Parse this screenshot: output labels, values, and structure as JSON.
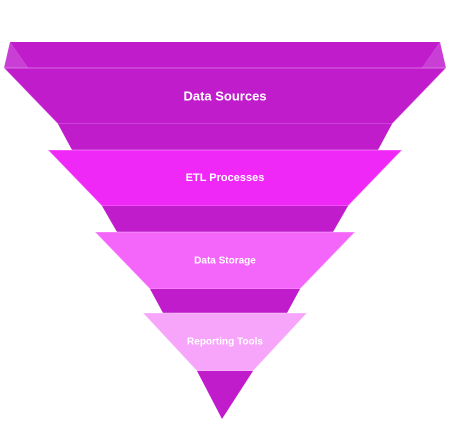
{
  "funnel": {
    "levels": [
      {
        "label": "Data Sources",
        "color": "#c01ccc",
        "back_color": "#c01ccc"
      },
      {
        "label": "ETL Processes",
        "color": "#ef28f8",
        "back_color": "#c01ccc"
      },
      {
        "label": "Data Storage",
        "color": "#f465fa",
        "back_color": "#c01ccc"
      },
      {
        "label": "Reporting Tools",
        "color": "#f6a5fa",
        "back_color": "#c01ccc"
      }
    ],
    "tip_color": "#c01ccc"
  }
}
